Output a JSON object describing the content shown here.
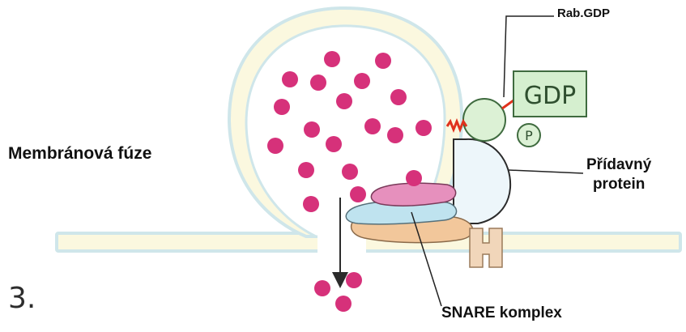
{
  "step_number": "3.",
  "title": "Membránová fúze",
  "labels": {
    "rab_gdp": "Rab.GDP",
    "gdp": "GDP",
    "phosphate": "P",
    "accessory_protein": [
      "Přídavný",
      "protein"
    ],
    "snare_complex": "SNARE komplex"
  },
  "colors": {
    "membrane_outer": "#cfe6ea",
    "membrane_fill": "#fbf8df",
    "cargo": "#d6317a",
    "rab_circle": "#dcf1d5",
    "rab_stroke": "#3f6b3f",
    "gdp_box": "#d5efcf",
    "linker": "#e0321d",
    "snare_pink": "#e690bd",
    "snare_blue": "#bfe3ef",
    "snare_orange": "#f2c79b",
    "snare_tan": "#f1d6ba"
  }
}
